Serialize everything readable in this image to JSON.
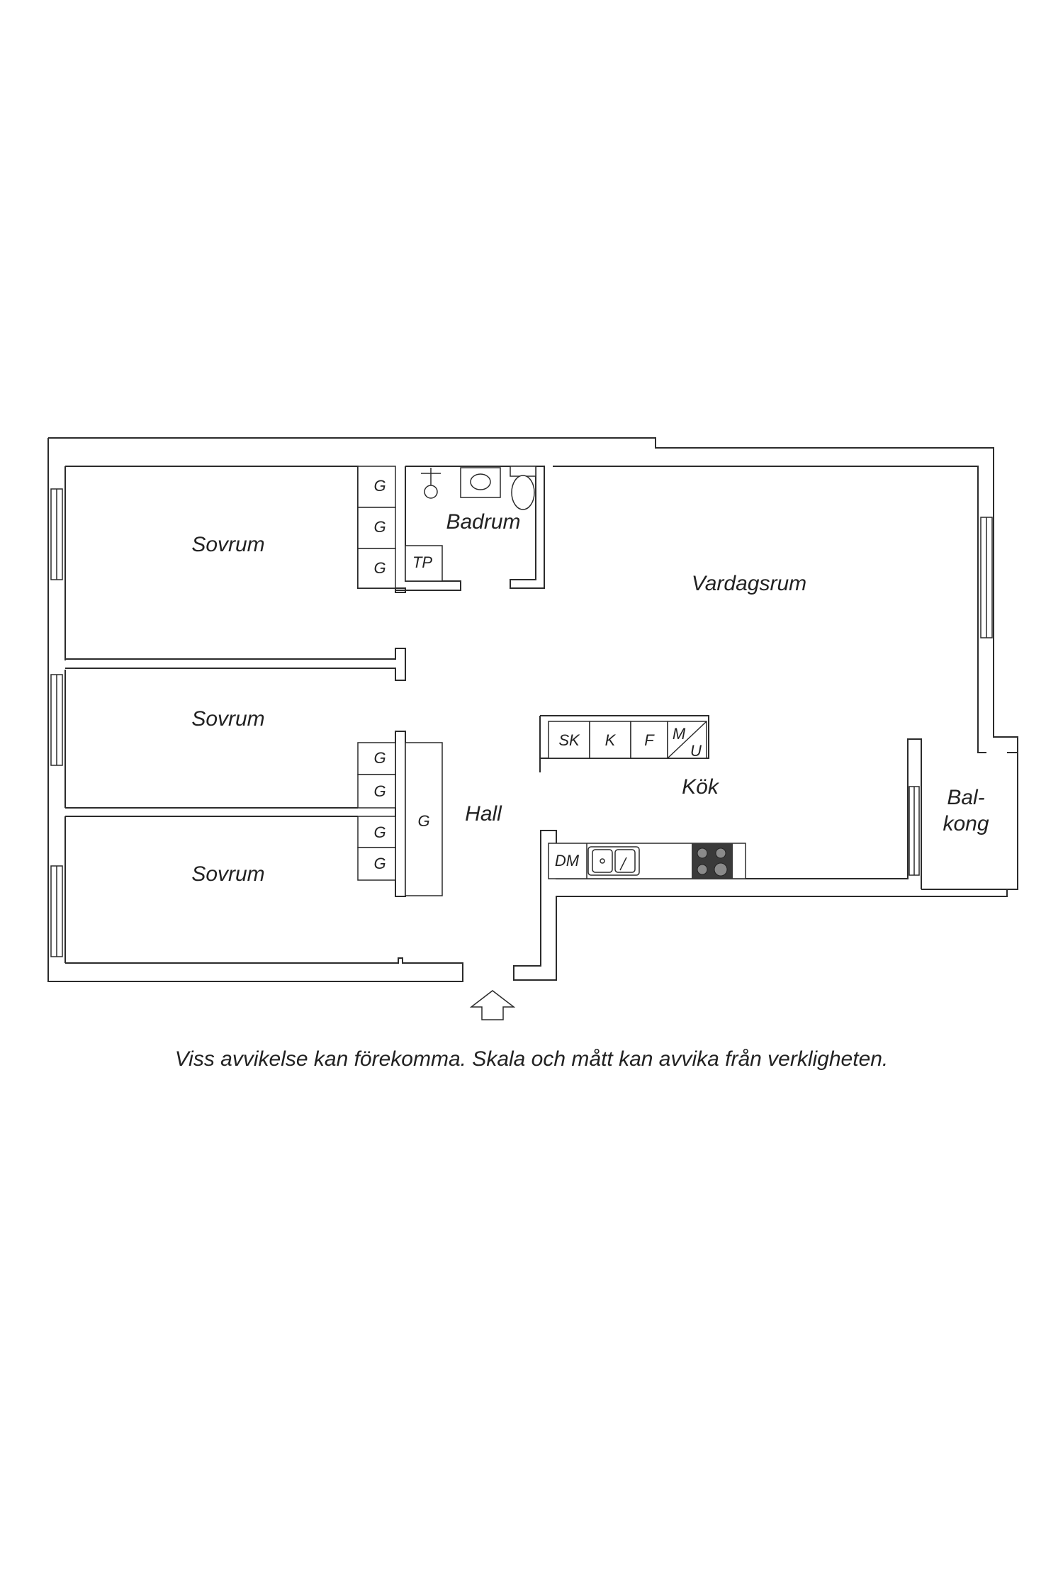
{
  "rooms": {
    "sovrum_1": "Sovrum",
    "sovrum_2": "Sovrum",
    "sovrum_3": "Sovrum",
    "badrum": "Badrum",
    "vardagsrum": "Vardagsrum",
    "kok": "Kök",
    "hall": "Hall",
    "balkong_line1": "Bal-",
    "balkong_line2": "kong"
  },
  "fixtures": {
    "wardrobe": "G",
    "tp": "TP",
    "sk": "SK",
    "k": "K",
    "f": "F",
    "m": "M",
    "u": "U",
    "dm": "DM"
  },
  "disclaimer": "Viss avvikelse kan förekomma. Skala och mått kan avvika från verkligheten.",
  "icons": [
    "entrance-arrow-icon",
    "shower-icon",
    "sink-icon",
    "toilet-icon",
    "kitchen-sink-icon",
    "stove-icon"
  ],
  "colors": {
    "line": "#2b2b2b",
    "stove": "#3a3a3a",
    "background": "#ffffff"
  }
}
